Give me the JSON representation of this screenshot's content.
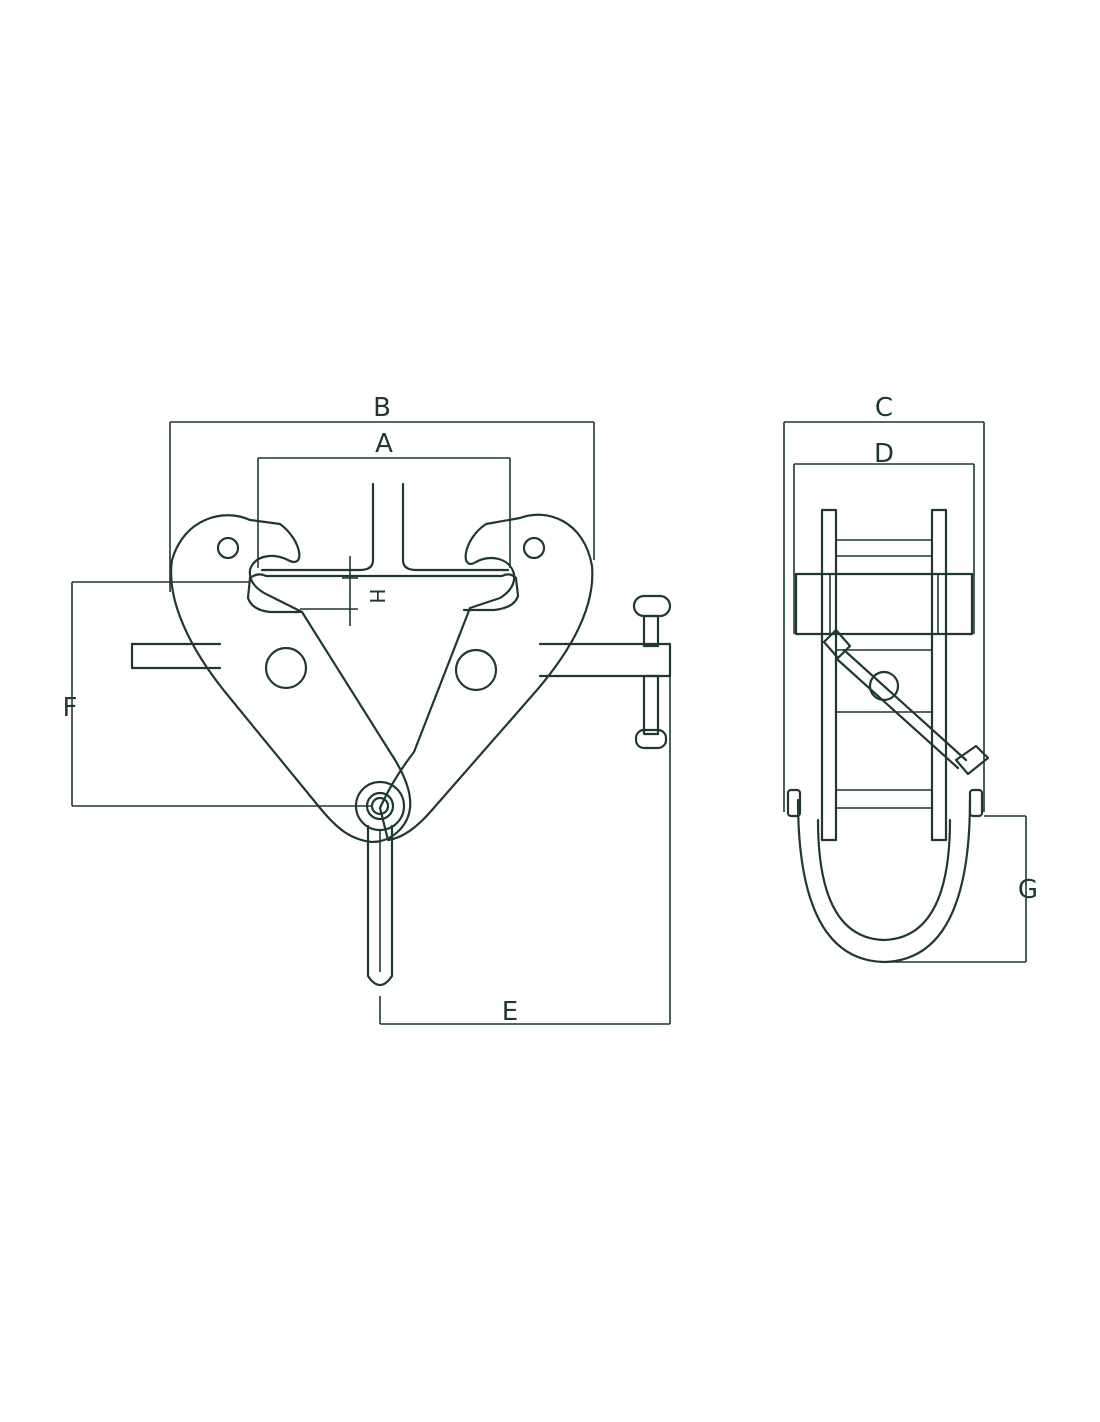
{
  "dimensions": {
    "A": "A",
    "B": "B",
    "C": "C",
    "D": "D",
    "E": "E",
    "F": "F",
    "G": "G",
    "H": "H"
  },
  "colors": {
    "line": "#1f3a2c",
    "background": "#ffffff"
  }
}
